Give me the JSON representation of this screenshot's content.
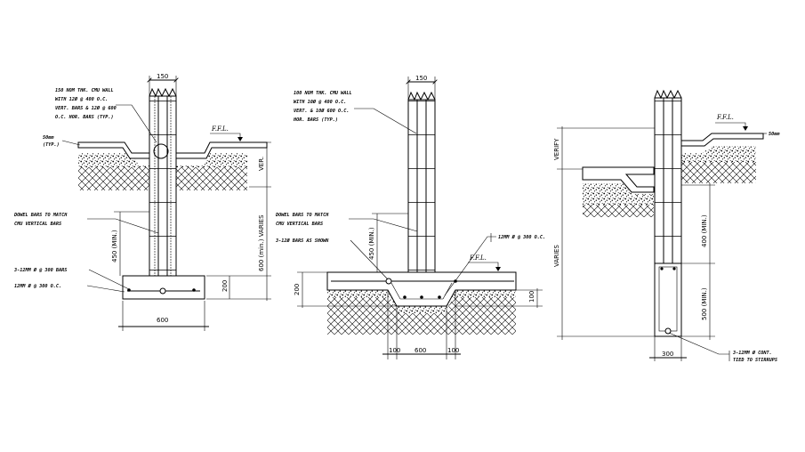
{
  "detail1": {
    "dim_width": "150",
    "note_wall": [
      "150 NOM THK. CMU WALL",
      "WITH 12Ø @ 400 O.C.",
      "VERT. BARS & 12Ø @ 600",
      "O.C. HOR. BARS (TYP.)"
    ],
    "ffl": "F.F.L.",
    "slab_thk": "50mm",
    "typ": "(TYP.)",
    "ver": "VER.",
    "dowel_note": [
      "DOWEL BARS TO MATCH",
      "CMU VERTICAL BARS"
    ],
    "dowel_len": "450 (MIN.)",
    "varies": "600 (min.) VARIES",
    "bars_note": "3-12MM Ø @ 300 BARS",
    "bars_note2": "12MM Ø @ 300 O.C.",
    "footing_depth": "200",
    "footing_width": "600"
  },
  "detail2": {
    "dim_width": "150",
    "note_wall": [
      "100 NOM THK. CMU WALL",
      "WITH 10Ø @ 400 O.C.",
      "VERT. & 10Ø 600 O.C.",
      "HOR. BARS (TYP.)"
    ],
    "dowel_note": [
      "DOWEL BARS TO MATCH",
      "CMU VERTICAL BARS"
    ],
    "cont_bars": "3-12Ø BARS AS SHOWN",
    "stirrup": "12MM Ø @ 300 O.C.",
    "dowel_len": "450 (MIN.)",
    "ffl": "F.F.L.",
    "slab_depth": "200",
    "step_depth": "100",
    "dims": [
      "100",
      "600",
      "100"
    ]
  },
  "detail3": {
    "ffl": "F.F.L.",
    "slab_thk": "50mm",
    "verify": "VERIFY",
    "varies": "VARIES",
    "dim_400": "400 (MIN.)",
    "dim_500": "500 (MIN.)",
    "footing_width": "300",
    "bars_note": [
      "3-12MM Ø CONT.",
      "TIED TO STIRRUPS"
    ]
  }
}
